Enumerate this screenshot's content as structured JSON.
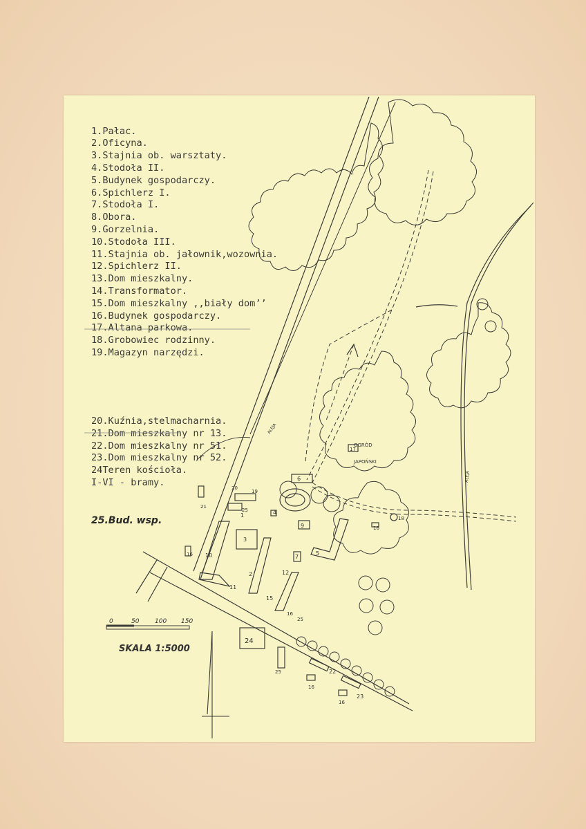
{
  "legend_part1": [
    "1.Pałac.",
    "2.Oficyna.",
    "3.Stajnia ob. warsztaty.",
    "4.Stodoła II.",
    "5.Budynek gospodarczy.",
    "6.Spichlerz I.",
    "7.Stodoła I.",
    "8.Obora.",
    "9.Gorzelnia.",
    "10.Stodoła III.",
    "11.Stajnia ob. jałownik,wozownia.",
    "12.Spichlerz II.",
    "13.Dom mieszkalny.",
    "14.Transformator.",
    "15.Dom mieszkalny ,,biały dom’’",
    "16.Budynek gospodarczy.",
    "17.Altana parkowa.",
    "18.Grobowiec rodzinny.",
    "19.Magazyn narzędzi."
  ],
  "legend_part2": [
    "20.Kuźnia,stelmacharnia.",
    "21.Dom mieszkalny nr 13.",
    "22.Dom mieszkalny nr 51.",
    "23.Dom mieszkalny nr 52.",
    "24Teren kościoła.",
    "I-VI - bramy."
  ],
  "legend_handwritten": "25.Bud. wsp.",
  "scale": {
    "ticks": [
      "0",
      "50",
      "100",
      "150"
    ],
    "label": "SKALA 1:5000"
  },
  "map_labels": {
    "garden_line1": "OGRÓD",
    "garden_line2": "JAPOŃSKI",
    "road_left": "ALEJA",
    "road_right": "ALEJA",
    "n1": "1",
    "n2": "2",
    "n3": "3",
    "n4": "4",
    "n5": "5",
    "n6": "6",
    "n7": "7",
    "n9": "9",
    "n10": "10",
    "n11": "11",
    "n12": "12",
    "n15": "15",
    "n16a": "16",
    "n16b": "16",
    "n16c": "16",
    "n16d": "16",
    "n16e": "16",
    "n18": "18",
    "n19": "19",
    "n20": "20",
    "n21": "21",
    "n22": "22",
    "n23": "23",
    "n24": "24",
    "n25a": "25",
    "n25b": "25",
    "n25c": "25",
    "n17": "17"
  }
}
